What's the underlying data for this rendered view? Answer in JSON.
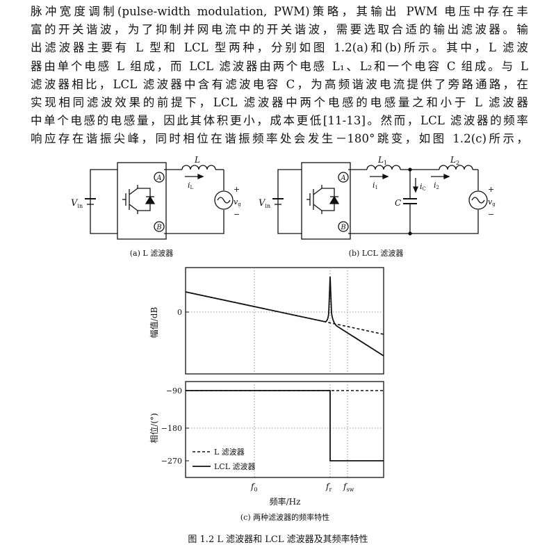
{
  "paragraph": {
    "lines": [
      "脉冲宽度调制(pulse-width modulation, PWM)策略，其输出 PWM 电压中存在丰",
      "富的开关谐波，为了抑制并网电流中的开关谐波，需要选取合适的输出滤波器。输",
      "出滤波器主要有 L 型和 LCL 型两种，分别如图 1.2(a)和(b)所示。其中，L 滤波",
      "器由单个电感 L 组成，而 LCL 滤波器由两个电感 L₁、L₂和一个电容 C 组成。与 L",
      "滤波器相比，LCL 滤波器中含有滤波电容 C，为高频谐波电流提供了旁路通路，在",
      "实现相同滤波效果的前提下，LCL 滤波器中两个电感的电感量之和小于 L 滤波器",
      "中单个电感的电感量，因此其体积更小，成本更低[11-13]。然而，LCL 滤波器的频率",
      "响应存在谐振尖峰，同时相位在谐振频率处会发生－180°跳变，如图 1.2(c)所示，"
    ]
  },
  "circuit_a": {
    "caption": "(a) L 滤波器",
    "vin": "V",
    "vin_sub": "in",
    "node_a": "A",
    "node_b": "B",
    "inductor": "L",
    "current": "i",
    "current_sub": "L",
    "vg": "v",
    "vg_sub": "g",
    "plus": "+",
    "minus": "−"
  },
  "circuit_b": {
    "caption": "(b) LCL 滤波器",
    "vin": "V",
    "vin_sub": "in",
    "node_a": "A",
    "node_b": "B",
    "l1": "L",
    "l1_sub": "1",
    "l2": "L",
    "l2_sub": "2",
    "i1": "i",
    "i1_sub": "1",
    "i2": "i",
    "i2_sub": "2",
    "ic": "i",
    "ic_sub": "C",
    "cap": "C",
    "vg": "v",
    "vg_sub": "g",
    "plus": "+",
    "minus": "−"
  },
  "bode": {
    "caption": "(c) 两种滤波器的频率特性",
    "mag_ylabel": "幅值/dB",
    "phase_ylabel": "相位/(°)",
    "xlabel": "频率/Hz",
    "mag_ticks": [
      "0"
    ],
    "phase_ticks": [
      "−90",
      "−180",
      "−270"
    ],
    "x_ticks": [
      {
        "main": "f",
        "sub": "0"
      },
      {
        "main": "f",
        "sub": "r"
      },
      {
        "main": "f",
        "sub": "sw"
      }
    ],
    "legend": [
      "L 滤波器",
      "LCL 滤波器"
    ]
  },
  "figure_caption": "图 1.2   L 滤波器和 LCL 滤波器及其频率特性",
  "chart_data": [
    {
      "type": "line",
      "title": "",
      "xlabel": "频率/Hz",
      "ylabel": "幅值/dB",
      "x_scale": "log",
      "x_ticks": [
        "f0",
        "fr",
        "fsw"
      ],
      "y_ticks": [
        0
      ],
      "grid": "vertical dotted at f0, fr, fsw",
      "series": [
        {
          "name": "L 滤波器",
          "style": "dashed",
          "shape": "straight −20 dB/dec decline through 0 dB near f0"
        },
        {
          "name": "LCL 滤波器",
          "style": "solid",
          "shape": "follows L filter below fr, sharp resonance peak at fr, then −60 dB/dec decline"
        }
      ]
    },
    {
      "type": "line",
      "title": "",
      "xlabel": "频率/Hz",
      "ylabel": "相位/(°)",
      "x_scale": "log",
      "x_ticks": [
        "f0",
        "fr",
        "fsw"
      ],
      "y_ticks": [
        -90,
        -180,
        -270
      ],
      "grid": "vertical and horizontal dotted",
      "legend_position": "bottom-left",
      "series": [
        {
          "name": "L 滤波器",
          "style": "dashed",
          "points": [
            [
              "start",
              -90
            ],
            [
              "fr",
              -90
            ],
            [
              "end",
              -90
            ]
          ]
        },
        {
          "name": "LCL 滤波器",
          "style": "solid",
          "points": [
            [
              "start",
              -90
            ],
            [
              "fr",
              -90
            ],
            [
              "fr",
              -270
            ],
            [
              "end",
              -270
            ]
          ]
        }
      ]
    }
  ]
}
